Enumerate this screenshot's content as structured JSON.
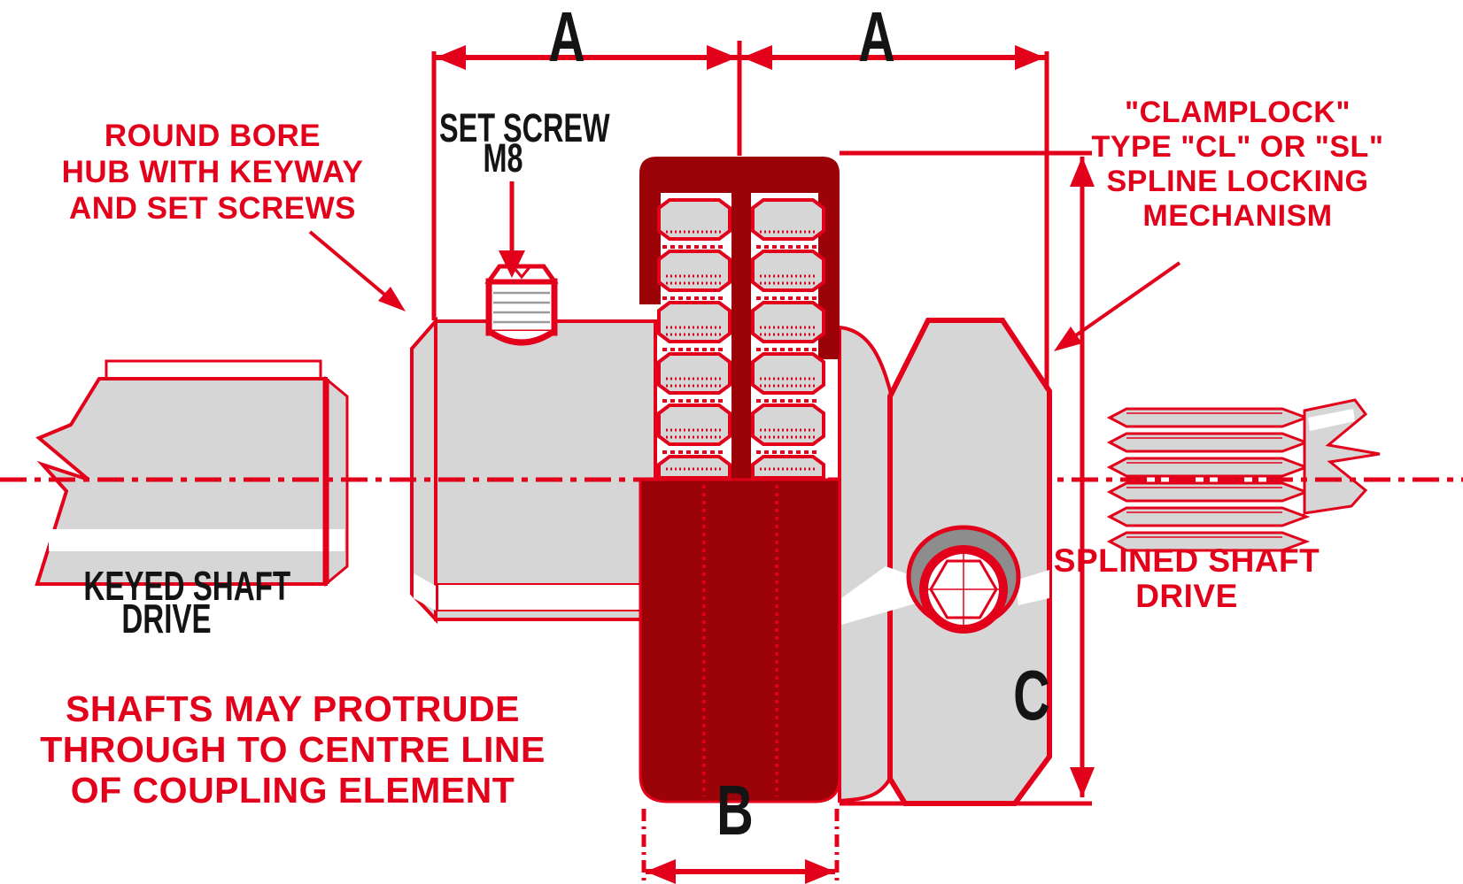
{
  "title": "Shaft coupling technical diagram",
  "colors": {
    "accent_red": "#e2001a",
    "dark_red": "#9c0308",
    "part_gray": "#d6d6d6",
    "counterbore_gray": "#8d8d8d",
    "text_black": "#141414"
  },
  "labels": {
    "round_bore": {
      "lines": [
        "ROUND BORE",
        "HUB WITH KEYWAY",
        "AND SET SCREWS"
      ]
    },
    "set_screw": {
      "lines": [
        "SET SCREW",
        "M8"
      ]
    },
    "clamplock": {
      "lines": [
        "\"CLAMPLOCK\"",
        "TYPE \"CL\" OR \"SL\"",
        "SPLINE LOCKING",
        "MECHANISM"
      ]
    },
    "keyed_shaft": {
      "lines": [
        "KEYED SHAFT",
        "DRIVE"
      ]
    },
    "splined_shaft": {
      "lines": [
        "SPLINED SHAFT",
        "DRIVE"
      ]
    },
    "shafts_note": {
      "lines": [
        "SHAFTS MAY PROTRUDE",
        "THROUGH TO CENTRE LINE",
        "OF COUPLING ELEMENT"
      ]
    },
    "dimensions": {
      "a_left": "A",
      "a_right": "A",
      "b": "B",
      "c": "C"
    }
  }
}
